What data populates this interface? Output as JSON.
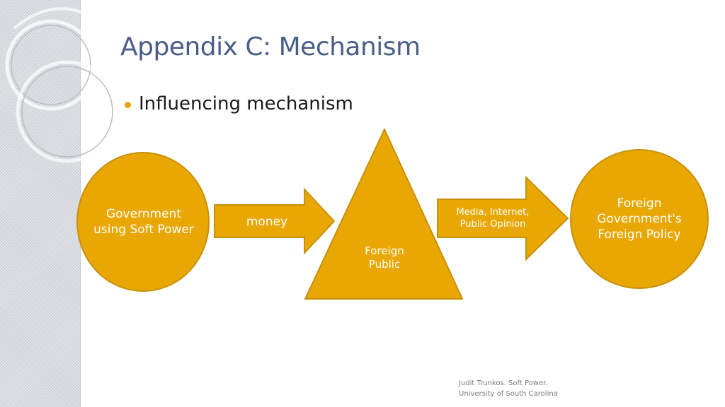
{
  "slide": {
    "title": "Appendix C: Mechanism",
    "bullet": "Influencing mechanism"
  },
  "diagram": {
    "source_node": "Government using Soft Power",
    "arrow_1": "money",
    "middle_node": "Foreign Public",
    "arrow_2": "Media, Internet, Public Opinion",
    "target_node": "Foreign Government's Foreign Policy"
  },
  "footer": {
    "line1": "Judit Trunkos. Soft Power.",
    "line2": "University of South Carolina"
  },
  "colors": {
    "shape_fill": "#e8a702",
    "shape_stroke": "#c7900a",
    "title": "#4a5d86",
    "bullet": "#e7a50a"
  }
}
